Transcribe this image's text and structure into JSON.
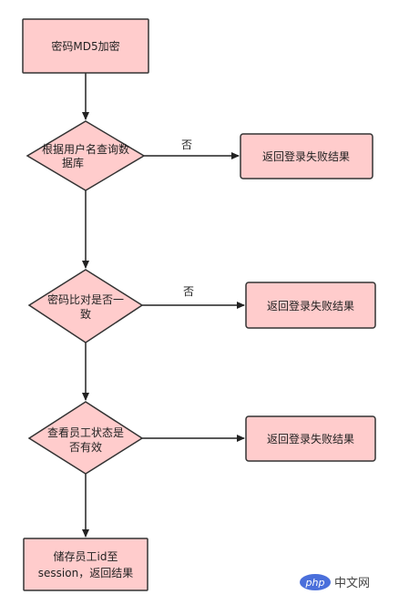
{
  "colors": {
    "node_fill": "#ffcccc",
    "node_stroke": "#333333",
    "edge": "#222222",
    "watermark_badge": "#4a6fdb"
  },
  "nodes": {
    "encrypt": "密码MD5加密",
    "query_db": [
      "根据用户名查询数",
      "据库"
    ],
    "pwd_compare": [
      "密码比对是否一",
      "致"
    ],
    "check_status": [
      "查看员工状态是",
      "否有效"
    ],
    "store_session": [
      "储存员工id至",
      "session，返回结果"
    ],
    "fail_1": "返回登录失败结果",
    "fail_2": "返回登录失败结果",
    "fail_3": "返回登录失败结果"
  },
  "edges": {
    "no_label_1": "否",
    "no_label_2": "否"
  },
  "watermark": {
    "badge": "php",
    "text": "中文网"
  }
}
